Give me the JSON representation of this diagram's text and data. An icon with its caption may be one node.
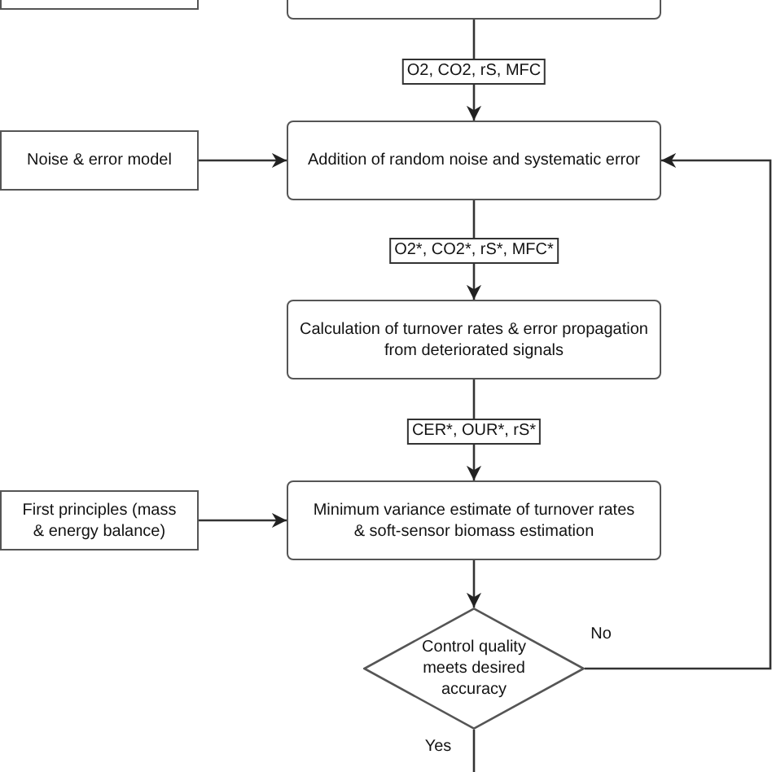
{
  "diagram": {
    "nodes": [
      {
        "text": [],
        "shape": "box"
      },
      {
        "text": [],
        "shape": "box"
      },
      {
        "text": [
          "Noise & error model"
        ]
      },
      {
        "text": [
          "Addition of random noise and systematic error"
        ]
      },
      {
        "text": [
          "Calculation of turnover rates & error propagation from deteriorated signals"
        ]
      },
      {
        "text": [
          "First principles (mass & energy balance)"
        ]
      },
      {
        "text": [
          "Minimum variance estimate of turnover rates & soft-sensor biomass estimation"
        ]
      },
      {
        "text": [
          "Control quality meets desired accuracy"
        ]
      }
    ],
    "edges": [
      {
        "from": 1,
        "to": 3,
        "arrow": "to",
        "label": "O2, CO2, rS, MFC"
      },
      {
        "from": 2,
        "to": 3,
        "arrow": "to"
      },
      {
        "from": 3,
        "to": 4,
        "arrow": "to",
        "label": "O2*, CO2*, rS*, MFC*"
      },
      {
        "from": 4,
        "to": 6,
        "arrow": "to",
        "label": "CER*, OUR*, rS*"
      },
      {
        "from": 5,
        "to": 6,
        "arrow": "to"
      },
      {
        "from": 6,
        "to": 7,
        "arrow": "to"
      },
      {
        "from": 7,
        "to": 3,
        "arrow": "to",
        "label": "No"
      },
      {
        "from": 7,
        "to": null,
        "arrow": "none",
        "label": "Yes"
      }
    ]
  }
}
